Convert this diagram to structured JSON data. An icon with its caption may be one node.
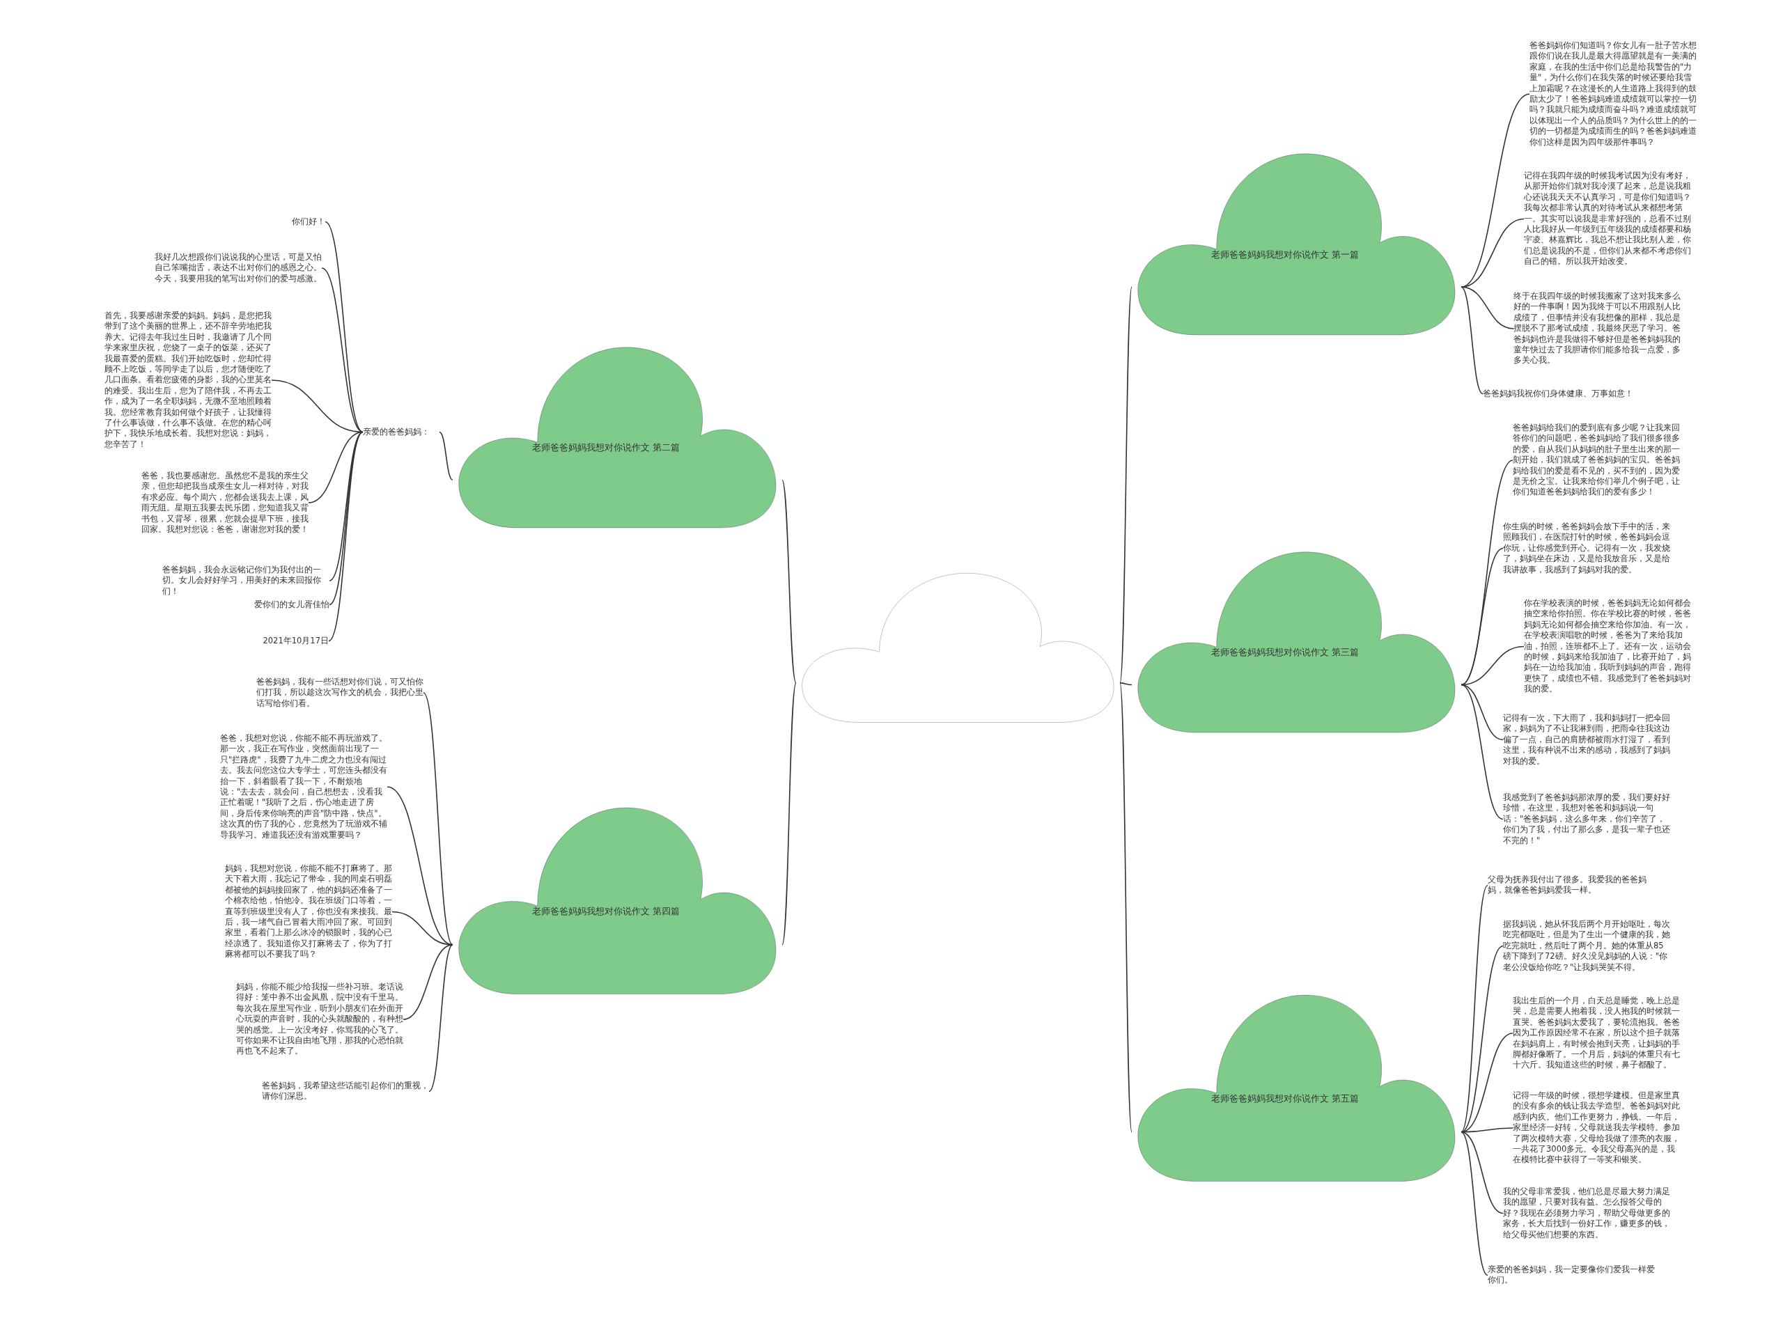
{
  "diagram": {
    "nodes": [
      {
        "text": [],
        "shape": "cloud"
      },
      {
        "text": [
          "老师爸爸妈妈我想对你说作文 第一篇"
        ]
      },
      {
        "text": [
          "老师爸爸妈妈我想对你说作文 第二篇"
        ]
      },
      {
        "text": [
          "老师爸爸妈妈我想对你说作文 第三篇"
        ]
      },
      {
        "text": [
          "老师爸爸妈妈我想对你说作文 第四篇"
        ]
      },
      {
        "text": [
          "老师爸爸妈妈我想对你说作文 第五篇"
        ]
      },
      {
        "text": [
          "亲爱的爸爸妈妈："
        ]
      },
      {
        "text": [
          "你们好！"
        ]
      },
      {
        "text": [
          "我好几次想跟你们说说我的心里话，可是又怕自己笨嘴拙舌，表达不出对你们的感恩之心。今天，我要用我的笔写出对你们的爱与感激。"
        ]
      },
      {
        "text": [
          "首先，我要感谢亲爱的妈妈。妈妈，是您把我带到了这个美丽的世界上，还不辞辛劳地把我养大。记得去年我过生日时，我邀请了几个同学来家里庆祝，您烧了一桌子的饭菜，还买了我最喜爱的蛋糕。我们开始吃饭时，您却忙得顾不上吃饭，等同学走了以后，您才随便吃了几口面条。看着您疲倦的身影，我的心里莫名的难受。我出生后，您为了陪伴我，不再去工作，成为了一名全职妈妈，无微不至地照顾着我。您经常教育我如何做个好孩子，让我懂得了什么事该做，什么事不该做。在您的精心呵护下，我快乐地成长着。我想对您说：妈妈，您辛苦了！"
        ]
      },
      {
        "text": [
          "爸爸，我也要感谢您。虽然您不是我的亲生父亲，但您却把我当成亲生女儿一样对待，对我有求必应。每个周六，您都会送我去上课，风雨无阻。星期五我要去民乐团，您知道我又背书包，又背琴，很累，您就会提早下班，接我回家。我想对您说：爸爸，谢谢您对我的爱！"
        ]
      },
      {
        "text": [
          "爸爸妈妈，我会永远铭记你们为我付出的一切。女儿会好好学习，用美好的未来回报你们！"
        ]
      },
      {
        "text": [
          "爱你们的女儿胥佳怡"
        ]
      },
      {
        "text": [
          "2021年10月17日"
        ]
      },
      {
        "text": [
          "爸爸妈妈，我有一些话想对你们说，可又怕你们打我，所以趁这次写作文的机会，我把心里话写给你们看。"
        ]
      },
      {
        "text": [
          "爸爸，我想对您说，你能不能不再玩游戏了。那一次，我正在写作业，突然面前出现了一只\"拦路虎\"，我费了九牛二虎之力也没有闯过去。我去问您这位大专学士，可您连头都没有抬一下，斜着眼看了我一下，不耐烦地说：\"去去去，就会问，自己想想去，没看我正忙着呢！\"我听了之后，伤心地走进了房间，身后传来你响亮的声音\"防中路，快点\"。这次真的伤了我的心，您竟然为了玩游戏不辅导我学习。难道我还没有游戏重要吗？"
        ]
      },
      {
        "text": [
          "妈妈，我想对您说，你能不能不打麻将了。那天下着大雨，我忘记了带伞，我的同桌石明磊都被他的妈妈接回家了，他的妈妈还准备了一个棉衣给他，怕他冷。我在班级门口等着，一直等到班级里没有人了，你也没有来接我。最后，我一堵气自己冒着大雨冲回了家。可回到家里，看着门上那么冰冷的锁眼时，我的心已经凉透了。我知道你又打麻将去了，你为了打麻将都可以不要我了吗？"
        ]
      },
      {
        "text": [
          "妈妈，你能不能少给我报一些补习班。老话说得好：笼中养不出金凤凰，院中没有千里马。每次我在屋里写作业，听到小朋友们在外面开心玩耍的声音时，我的心头就酸酸的，有种想哭的感觉。上一次没考好，你骂我的心飞了。可你如果不让我自由地飞翔，那我的心恐怕就再也飞不起来了。"
        ]
      },
      {
        "text": [
          "爸爸妈妈，我希望这些话能引起你们的重视，请你们深思。"
        ]
      },
      {
        "text": [
          "爸爸妈妈你们知道吗？你女儿有一肚子苦水想跟你们说在我儿是最大得愿望就是有一美满的家庭，在我的生活中你们总是给我警告的\"力量\"，为什么你们在我失落的时候还要给我雪上加霜呢？在这漫长的人生道路上我得到的鼓励太少了！爸爸妈妈难道成绩就可以掌控一切吗？我就只能为成绩而奋斗吗？难道成绩就可以体现出一个人的品质吗？为什么世上的的一切的一切都是为成绩而生的吗？爸爸妈妈难道你们这样是因为四年级那件事吗？"
        ]
      },
      {
        "text": [
          "记得在我四年级的时候我考试因为没有考好，从那开始你们就对我冷漠了起来，总是说我粗心还说我天天不认真学习，可是你们知道吗？我每次都非常认真的对待考试从来都想考第一。其实可以说我是非常好强的，总看不过别人比我好从一年级到五年级我的成绩都要和杨宇凌、林嘉辉比，我总不想让我比别人差，你们总是说我的不是，但你们从来都不考虑你们自己的错。所以我开始改变。"
        ]
      },
      {
        "text": [
          "终于在我四年级的时候我搬家了这对我来多么好的一件事啊！因为我终于可以不用跟别人比成绩了，但事情并没有我想像的那样，我总是摆脱不了那考试成绩，我最终厌恶了学习。爸爸妈妈也许是我做得不够好但是爸爸妈妈我的童年快过去了我胆请你们能多给我一点爱，多多关心我。"
        ]
      },
      {
        "text": [
          "爸爸妈妈我祝你们身体健康、万事如意！"
        ]
      },
      {
        "text": [
          "爸爸妈妈给我们的爱到底有多少呢？让我来回答你们的问题吧，爸爸妈妈给了我们很多很多的爱，自从我们从妈妈的肚子里生出来的那一刻开始，我们就成了爸爸妈妈的宝贝。爸爸妈妈给我们的爱是看不见的，买不到的，因为爱是无价之宝。让我来给你们举几个例子吧，让你们知道爸爸妈妈给我们的爱有多少！"
        ]
      },
      {
        "text": [
          "你生病的时候，爸爸妈妈会放下手中的活，来照顾我们，在医院打针的时候，爸爸妈妈会逗你玩，让你感觉到开心。记得有一次，我发烧了，妈妈坐在床边，又是给我放音乐，又是给我讲故事，我感到了妈妈对我的爱。"
        ]
      },
      {
        "text": [
          "你在学校表演的时候，爸爸妈妈无论如何都会抽空来给你拍照。你在学校比赛的时候，爸爸妈妈无论如何都会抽空来给你加油。有一次，在学校表演唱歌的时候，爸爸为了来给我加油，拍照，连班都不上了。还有一次，运动会的时候，妈妈来给我加油了，比赛开始了，妈妈在一边给我加油，我听到妈妈的声音，跑得更快了，成绩也不错。我感觉到了爸爸妈妈对我的爱。"
        ]
      },
      {
        "text": [
          "记得有一次，下大雨了，我和妈妈打一把伞回家，妈妈为了不让我淋到雨，把雨伞往我这边偏了一点，自己的肩膀都被雨水打湿了，看到这里，我有种说不出来的感动，我感到了妈妈对我的爱。"
        ]
      },
      {
        "text": [
          "我感觉到了爸爸妈妈那浓厚的爱，我们要好好珍惜，在这里，我想对爸爸和妈妈说一句话：\"爸爸妈妈，这么多年来，你们辛苦了，你们为了我，付出了那么多，是我一辈子也还不完的！\""
        ]
      },
      {
        "text": [
          "父母为抚养我付出了很多。我爱我的爸爸妈妈，就像爸爸妈妈爱我一样。"
        ]
      },
      {
        "text": [
          "据我妈说，她从怀我后两个月开始呕吐，每次吃完都呕吐，但是为了生出一个健康的我，她吃完就吐，然后吐了两个月。她的体重从85磅下降到了72磅。好久没见妈妈的人说：\"你老公没饭给你吃？\"让我妈哭笑不得。"
        ]
      },
      {
        "text": [
          "我出生后的一个月，白天总是睡觉，晚上总是哭，总是需要人抱着我，没人抱我的时候就一直哭。爸爸妈妈太爱我了，要轮流抱我。爸爸因为工作原因经常不在家，所以这个担子就落在妈妈肩上，有时候会抱到天亮，让妈妈的手脚都好像断了。一个月后，妈妈的体重只有七十六斤。我知道这些的时候，鼻子都酸了。"
        ]
      },
      {
        "text": [
          "记得一年级的时候，很想学建模。但是家里真的没有多余的钱让我去学造型。爸爸妈妈对此感到内疚。他们工作更努力，挣钱。一年后，家里经济一好转，父母就送我去学模特。参加了两次模特大赛，父母给我做了漂亮的衣服，一共花了3000多元。令我父母高兴的是，我在模特比赛中获得了一等奖和银奖。"
        ]
      },
      {
        "text": [
          "我的父母非常爱我，他们总是尽最大努力满足我的愿望，只要对我有益。怎么报答父母的好？我现在必须努力学习，帮助父母做更多的家务，长大后找到一份好工作，赚更多的钱，给父母买他们想要的东西。"
        ]
      },
      {
        "text": [
          "亲爱的爸爸妈妈，我一定要像你们爱我一样爱你们。"
        ]
      }
    ],
    "edges": [
      {
        "from": 0,
        "to": 1,
        "arrow": "none"
      },
      {
        "from": 0,
        "to": 2,
        "arrow": "none"
      },
      {
        "from": 0,
        "to": 3,
        "arrow": "none"
      },
      {
        "from": 0,
        "to": 4,
        "arrow": "none"
      },
      {
        "from": 0,
        "to": 5,
        "arrow": "none"
      },
      {
        "from": 2,
        "to": 6,
        "arrow": "none"
      },
      {
        "from": 6,
        "to": 7,
        "arrow": "none"
      },
      {
        "from": 6,
        "to": 8,
        "arrow": "none"
      },
      {
        "from": 6,
        "to": 9,
        "arrow": "none"
      },
      {
        "from": 6,
        "to": 10,
        "arrow": "none"
      },
      {
        "from": 6,
        "to": 11,
        "arrow": "none"
      },
      {
        "from": 6,
        "to": 12,
        "arrow": "none"
      },
      {
        "from": 6,
        "to": 13,
        "arrow": "none"
      },
      {
        "from": 4,
        "to": 14,
        "arrow": "none"
      },
      {
        "from": 4,
        "to": 15,
        "arrow": "none"
      },
      {
        "from": 4,
        "to": 16,
        "arrow": "none"
      },
      {
        "from": 4,
        "to": 17,
        "arrow": "none"
      },
      {
        "from": 4,
        "to": 18,
        "arrow": "none"
      },
      {
        "from": 1,
        "to": 19,
        "arrow": "none"
      },
      {
        "from": 1,
        "to": 20,
        "arrow": "none"
      },
      {
        "from": 1,
        "to": 21,
        "arrow": "none"
      },
      {
        "from": 1,
        "to": 22,
        "arrow": "none"
      },
      {
        "from": 3,
        "to": 23,
        "arrow": "none"
      },
      {
        "from": 3,
        "to": 24,
        "arrow": "none"
      },
      {
        "from": 3,
        "to": 25,
        "arrow": "none"
      },
      {
        "from": 3,
        "to": 26,
        "arrow": "none"
      },
      {
        "from": 3,
        "to": 27,
        "arrow": "none"
      },
      {
        "from": 5,
        "to": 28,
        "arrow": "none"
      },
      {
        "from": 5,
        "to": 29,
        "arrow": "none"
      },
      {
        "from": 5,
        "to": 30,
        "arrow": "none"
      },
      {
        "from": 5,
        "to": 31,
        "arrow": "none"
      },
      {
        "from": 5,
        "to": 32,
        "arrow": "none"
      },
      {
        "from": 5,
        "to": 33,
        "arrow": "none"
      }
    ]
  }
}
